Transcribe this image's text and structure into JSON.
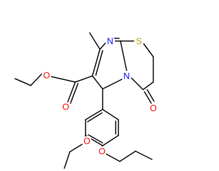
{
  "colors": {
    "bond": "#000000",
    "oxygen": "#ff0000",
    "nitrogen": "#0000ff",
    "sulfur": "#b8a000",
    "background": "#ffffff"
  },
  "atoms": {
    "n_top": "N",
    "s_top": "S",
    "n_ring": "N",
    "o_ketone": "O",
    "o_ester_carbonyl": "O",
    "o_ester_ether": "O",
    "o_ethoxy": "O",
    "o_propoxy": "O"
  }
}
